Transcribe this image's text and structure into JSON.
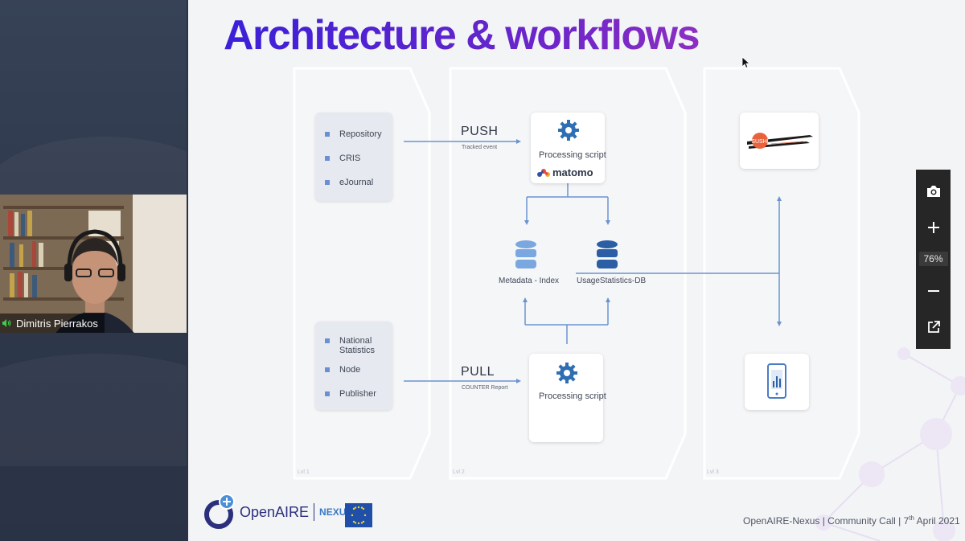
{
  "participant": {
    "name": "Dimitris Pierrakos",
    "mic_icon": "speaker-active-icon"
  },
  "slide": {
    "title": "Architecture & workflows",
    "level1": {
      "group1": [
        "Repository",
        "CRIS",
        "eJournal"
      ],
      "group2": [
        "National Statistics",
        "Node",
        "Publisher"
      ],
      "label": "Lvl 1"
    },
    "level2": {
      "push_label": "PUSH",
      "push_sub": "Tracked event",
      "pull_label": "PULL",
      "pull_sub": "COUNTER Report",
      "processing_top": "Processing script",
      "processing_bottom": "Processing script",
      "matomo": "matomo",
      "db1": "Metadata - Index",
      "db2": "UsageStatistics-DB",
      "label": "Lvl 2"
    },
    "level3": {
      "sushi": "SUSHI",
      "label": "Lvl 3"
    },
    "footer": {
      "logo": "OpenAIRE",
      "logo_suffix": "NEXUS",
      "text_before": "OpenAIRE-Nexus | Community Call | 7",
      "superscript": "th",
      "text_after": " April 2021"
    }
  },
  "zoom_toolbar": {
    "zoom_level": "76%",
    "buttons": [
      "camera-icon",
      "zoom-in-icon",
      "zoom-out-icon",
      "open-external-icon"
    ]
  },
  "colors": {
    "title_start": "#3a20d8",
    "title_end": "#8b2fc2",
    "arrow": "#6b93cf",
    "gear": "#2e6fb3",
    "db_light": "#7aa7e0",
    "db_dark": "#2c5ea5"
  }
}
